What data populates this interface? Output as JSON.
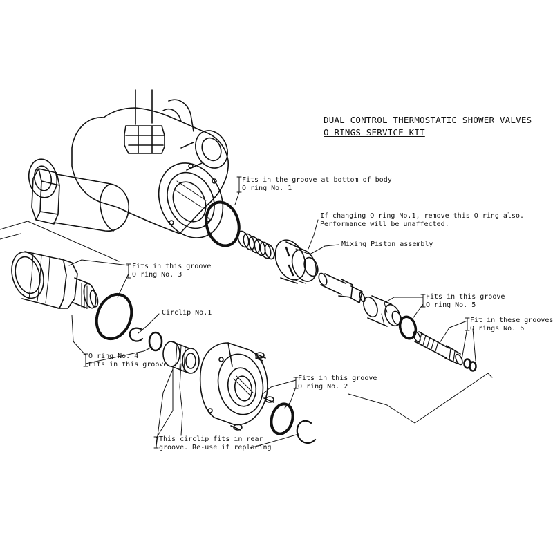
{
  "title": {
    "line1": "DUAL CONTROL THERMOSTATIC SHOWER VALVES",
    "line2": "O RINGS SERVICE KIT"
  },
  "callouts": {
    "oring1": {
      "line1": "Fits in the groove at bottom of body",
      "line2": "O ring No. 1"
    },
    "changing": {
      "line1": "If changing O ring No.1, remove this O ring also.",
      "line2": "Performance will be unaffected."
    },
    "mixing": {
      "line1": "Mixing Piston assembly"
    },
    "oring3": {
      "line1": "Fits in this groove",
      "line2": "O ring No. 3"
    },
    "circlip1": {
      "line1": "Circlip No.1"
    },
    "oring5": {
      "line1": "Fits in this groove",
      "line2": "O ring No. 5"
    },
    "oring6": {
      "line1": "Fit in these grooves",
      "line2": "O rings No. 6"
    },
    "oring4": {
      "line1": "O ring No. 4",
      "line2": "Fits in this groove"
    },
    "oring2": {
      "line1": "Fits in this groove",
      "line2": "O ring No. 2"
    },
    "rearclip": {
      "line1": "This circlip fits in rear",
      "line2": "groove. Re-use if replacing"
    }
  }
}
